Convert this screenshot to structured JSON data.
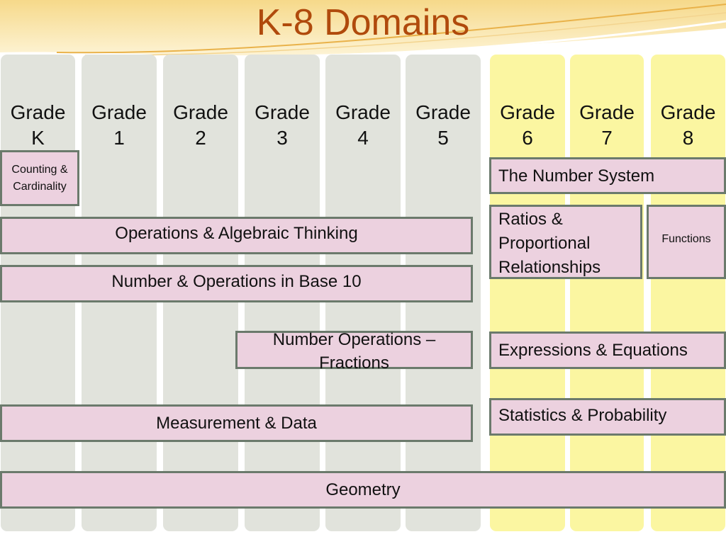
{
  "slide": {
    "title": "K-8 Domains"
  },
  "columns": {
    "k": "Grade\nK",
    "g1": "Grade\n1",
    "g2": "Grade\n2",
    "g3": "Grade\n3",
    "g4": "Grade\n4",
    "g5": "Grade\n5",
    "g6": "Grade\n6",
    "g7": "Grade\n7",
    "g8": "Grade\n8"
  },
  "colors": {
    "title": "#b04a0c",
    "elementary_column": "#e1e3dc",
    "middle_column": "#fbf6a1",
    "domain_box_fill": "#ecd1df",
    "domain_box_border": "#6b7a6c"
  },
  "domains": {
    "counting_cardinality": "Counting & Cardinality",
    "operations_algebraic_thinking": "Operations & Algebraic Thinking",
    "number_operations_base10": "Number & Operations in Base 10",
    "number_operations_fractions": "Number Operations – Fractions",
    "measurement_data": "Measurement & Data",
    "geometry": "Geometry",
    "number_system": "The Number System",
    "ratios_proportional": "Ratios & Proportional Relationships",
    "functions": "Functions",
    "expressions_equations": "Expressions & Equations",
    "statistics_probability": "Statistics & Probability"
  }
}
